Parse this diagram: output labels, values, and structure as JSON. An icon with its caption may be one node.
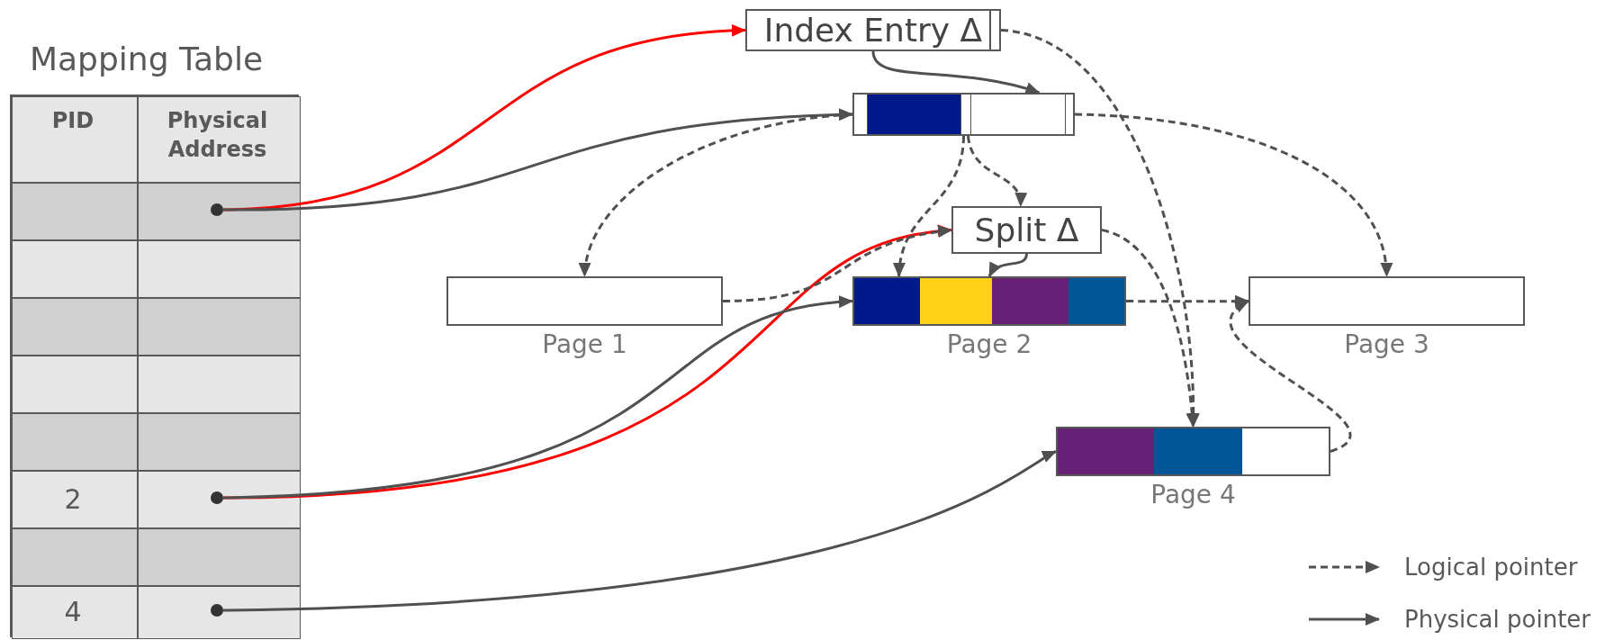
{
  "diagram": {
    "nodes": [
      {
        "text": [
          "Mapping Table"
        ]
      },
      {
        "text": [],
        "shape": "circle",
        "in": 0
      },
      {
        "text": [],
        "shape": "circle",
        "in": 0
      },
      {
        "text": [],
        "shape": "circle",
        "in": 0
      },
      {
        "text": [
          "Index Entry Δ"
        ]
      },
      {
        "text": [],
        "shape": "box"
      },
      {
        "text": [
          "Split Δ"
        ]
      },
      {
        "text": [
          "Page 1"
        ]
      },
      {
        "text": [
          "Page 2"
        ]
      },
      {
        "text": [
          "Page 3"
        ]
      },
      {
        "text": [
          "Page 4"
        ]
      }
    ],
    "edges": [
      {
        "from": 1,
        "to": 4,
        "arrow": "to",
        "color": "#ff0000"
      },
      {
        "from": 1,
        "to": 5,
        "arrow": "to"
      },
      {
        "from": 4,
        "to": 5,
        "arrow": "to"
      },
      {
        "from": 4,
        "to": 10,
        "arrow": "to",
        "style": "dashed"
      },
      {
        "from": 5,
        "to": 7,
        "arrow": "to",
        "style": "dashed"
      },
      {
        "from": 5,
        "to": 8,
        "arrow": "to",
        "style": "dashed"
      },
      {
        "from": 5,
        "to": 6,
        "arrow": "to",
        "style": "dashed"
      },
      {
        "from": 5,
        "to": 9,
        "arrow": "to",
        "style": "dashed"
      },
      {
        "from": 2,
        "to": 6,
        "arrow": "to",
        "color": "#ff0000"
      },
      {
        "from": 2,
        "to": 8,
        "arrow": "to"
      },
      {
        "from": 6,
        "to": 8,
        "arrow": "to"
      },
      {
        "from": 6,
        "to": 10,
        "arrow": "to",
        "style": "dashed"
      },
      {
        "from": 7,
        "to": 6,
        "arrow": "to",
        "style": "dashed"
      },
      {
        "from": 8,
        "to": 9,
        "arrow": "to",
        "style": "dashed"
      },
      {
        "from": 10,
        "to": 9,
        "arrow": "to",
        "style": "dashed"
      },
      {
        "from": 3,
        "to": 10,
        "arrow": "to"
      }
    ],
    "labels": [
      "PID",
      "Physical Address",
      "2",
      "4"
    ],
    "legend": [
      {
        "text": "Logical pointer"
      },
      {
        "text": "Physical pointer"
      }
    ]
  }
}
